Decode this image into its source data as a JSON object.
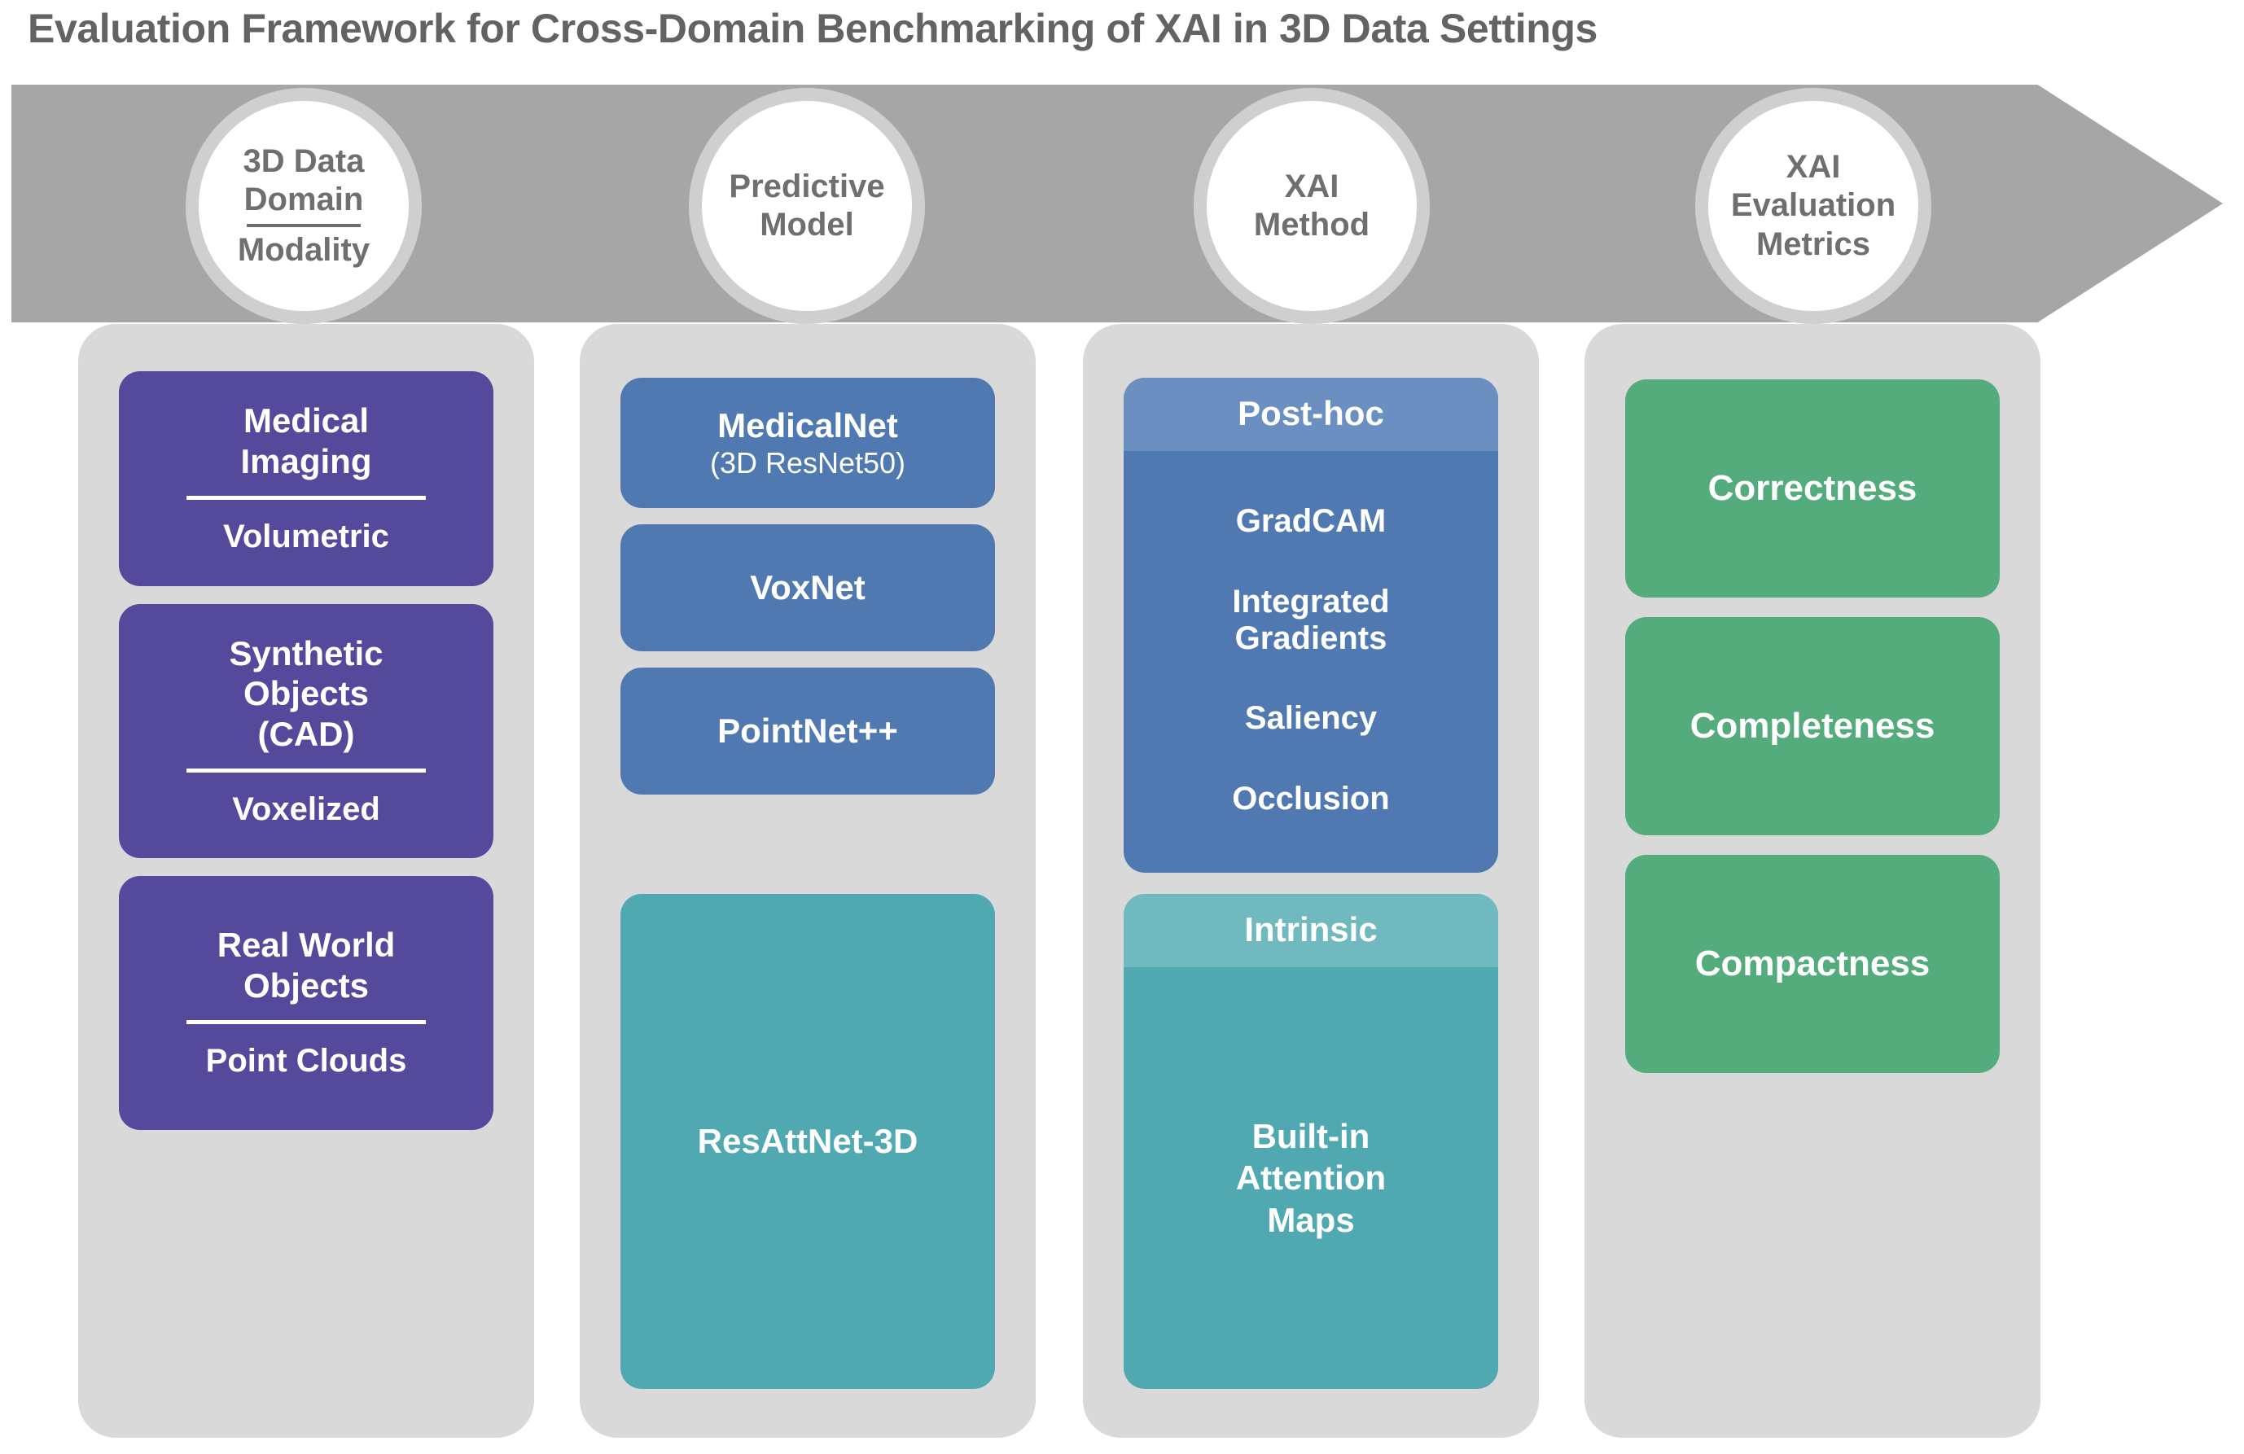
{
  "title": "Evaluation Framework for Cross-Domain Benchmarking of XAI in 3D Data Settings",
  "colors": {
    "arrow": "#a6a6a6",
    "panel": "#d9d9d9",
    "circle_ring": "#cfcfcf",
    "circle_text": "#6f6f6f",
    "purple": "#54499b",
    "blue": "#4f79b0",
    "blue_header": "#6a8fc0",
    "teal": "#50a9b0",
    "teal_header": "#6fb9bf",
    "green": "#54ab7c",
    "title_text": "#636363"
  },
  "stages": [
    {
      "id": "data-domain",
      "line1": "3D Data",
      "line2": "Domain",
      "fraction": true,
      "line3": "Modality"
    },
    {
      "id": "predictive-model",
      "line1": "Predictive",
      "line2": "Model",
      "fraction": false,
      "line3": ""
    },
    {
      "id": "xai-method",
      "line1": "XAI",
      "line2": "Method",
      "fraction": false,
      "line3": ""
    },
    {
      "id": "xai-evaluation-metrics",
      "line1": "XAI",
      "line2": "Evaluation",
      "fraction": false,
      "line3": "Metrics"
    }
  ],
  "columns": {
    "data_domain": {
      "items": [
        {
          "title_line1": "Medical",
          "title_line2": "Imaging",
          "title_line3": "",
          "modality": "Volumetric"
        },
        {
          "title_line1": "Synthetic",
          "title_line2": "Objects",
          "title_line3": "(CAD)",
          "modality": "Voxelized"
        },
        {
          "title_line1": "Real World",
          "title_line2": "Objects",
          "title_line3": "",
          "modality": "Point Clouds"
        }
      ]
    },
    "predictive_model": {
      "items": [
        {
          "name": "MedicalNet",
          "sub": "(3D ResNet50)"
        },
        {
          "name": "VoxNet",
          "sub": ""
        },
        {
          "name": "PointNet++",
          "sub": ""
        },
        {
          "name": "ResAttNet-3D",
          "sub": ""
        }
      ]
    },
    "xai_method": {
      "groups": [
        {
          "header": "Post-hoc",
          "items": [
            "GradCAM",
            "Integrated Gradients",
            "Saliency",
            "Occlusion"
          ]
        },
        {
          "header": "Intrinsic",
          "items": [
            "Built-in Attention Maps"
          ]
        }
      ]
    },
    "xai_evaluation_metrics": {
      "items": [
        "Correctness",
        "Completeness",
        "Compactness"
      ]
    }
  }
}
